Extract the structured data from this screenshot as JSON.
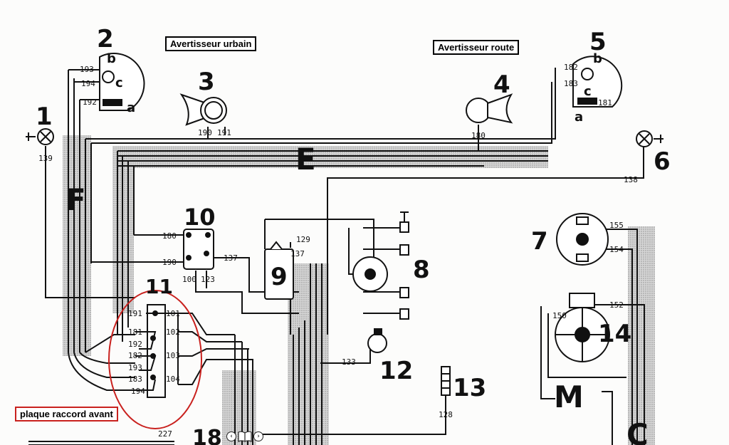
{
  "annotations": {
    "horn_city": "Avertisseur urbain",
    "horn_road": "Avertisseur route",
    "front_plate": "plaque raccord avant"
  },
  "component_numbers": [
    "1",
    "2",
    "3",
    "4",
    "5",
    "6",
    "7",
    "8",
    "9",
    "10",
    "11",
    "12",
    "13",
    "14",
    "18"
  ],
  "harness_letters": [
    "E",
    "F",
    "M",
    "C"
  ],
  "terminal_letters": {
    "b": "b",
    "c": "c",
    "a": "a"
  },
  "wire_numbers": {
    "w193": "193",
    "w194": "194",
    "w192": "192",
    "w190": "190",
    "w191": "191",
    "w180": "180",
    "w182": "182",
    "w183": "183",
    "w181": "181",
    "w139": "139",
    "w138": "138",
    "w137": "137",
    "w129": "129",
    "w100": "100",
    "w123": "123",
    "w101": "101",
    "w102": "102",
    "w103": "103",
    "w104": "104",
    "w155": "155",
    "w154": "154",
    "w152": "152",
    "w150": "150",
    "w133": "133",
    "w128": "128",
    "w227": "227"
  },
  "colors": {
    "line": "#111111",
    "harness": "#b3b3b3",
    "highlight": "#c9211e"
  },
  "nav": {
    "prev": "previous-page",
    "book": "book-icon",
    "next": "next-page"
  }
}
